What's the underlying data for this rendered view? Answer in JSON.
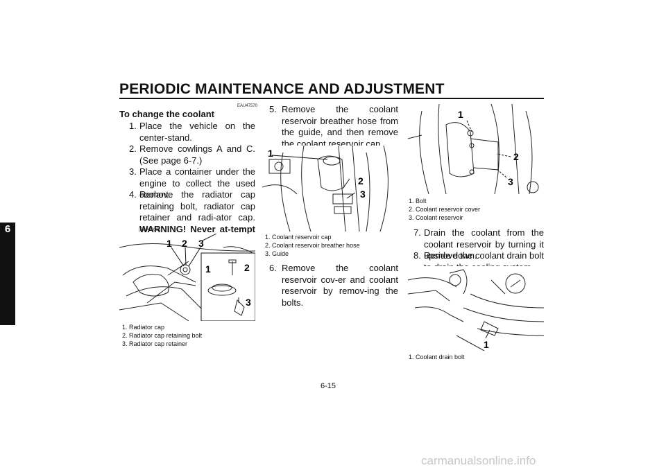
{
  "header": {
    "title": "PERIODIC MAINTENANCE AND ADJUSTMENT"
  },
  "chapter_tab": "6",
  "col1": {
    "code": "EAU47570",
    "heading": "To change the coolant",
    "steps": [
      {
        "n": "1.",
        "text": "Place the vehicle on the center-stand."
      },
      {
        "n": "2.",
        "text": "Remove cowlings A and C. (See page 6-7.)"
      },
      {
        "n": "3.",
        "text": "Place a container under the engine to collect the used coolant."
      },
      {
        "n": "4.",
        "text": "Remove the radiator cap retaining bolt, radiator cap retainer and radi-ator cap.",
        "warning": "WARNING! Never at-tempt to remove the radiator cap when the engine is hot."
      }
    ],
    "warn_code": "[EWA10381]",
    "figure_labels": [
      "1",
      "2",
      "3",
      "1",
      "2",
      "3"
    ],
    "captions": [
      "1. Radiator cap",
      "2. Radiator cap retaining bolt",
      "3. Radiator cap retainer"
    ]
  },
  "col2": {
    "step5": {
      "n": "5.",
      "text": "Remove the coolant reservoir breather hose from the guide, and then remove the coolant reservoir cap."
    },
    "figure_labels": [
      "1",
      "2",
      "3"
    ],
    "captions": [
      "1. Coolant reservoir cap",
      "2. Coolant reservoir breather hose",
      "3. Guide"
    ],
    "step6": {
      "n": "6.",
      "text": "Remove the coolant reservoir cov-er and coolant reservoir by remov-ing the bolts."
    }
  },
  "col3": {
    "figure_labels": [
      "1",
      "2",
      "3"
    ],
    "captions": [
      "1. Bolt",
      "2. Coolant reservoir cover",
      "3. Coolant reservoir"
    ],
    "step7": {
      "n": "7.",
      "text": "Drain the coolant from the coolant reservoir by turning it upside down."
    },
    "step8": {
      "n": "8.",
      "text": "Remove the coolant drain bolt to drain the cooling system."
    },
    "figure2_labels": [
      "1"
    ],
    "captions2": [
      "1. Coolant drain bolt"
    ]
  },
  "footer": {
    "page_number": "6-15",
    "watermark": "carmanualsonline.info"
  }
}
